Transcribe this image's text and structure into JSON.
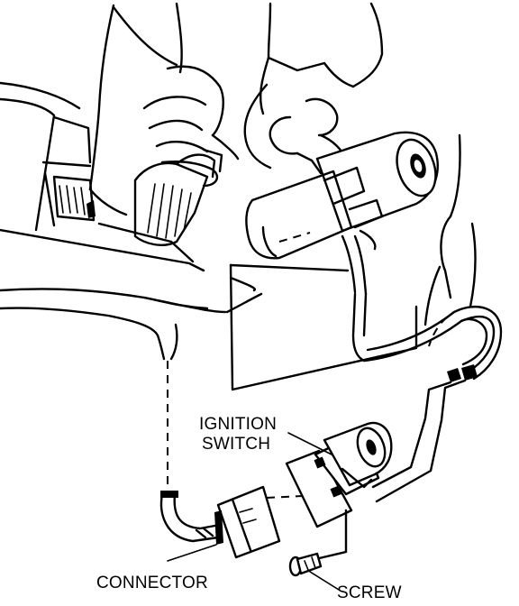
{
  "labels": {
    "ignition_switch_line1": "IGNITION",
    "ignition_switch_line2": "SWITCH",
    "connector": "CONNECTOR",
    "screw": "SCREW"
  }
}
